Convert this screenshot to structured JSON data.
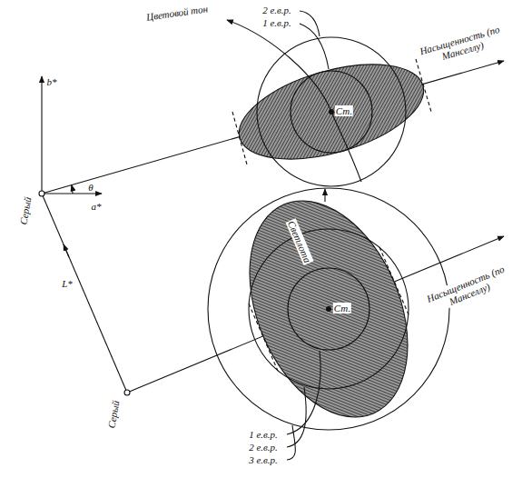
{
  "diagram": {
    "labels": [
      "Цветовой тон",
      "2 е.в.р.",
      "1 е.в.р.",
      "Насыщенность (по Манселлу)",
      "Ст.",
      "b*",
      "Серый",
      "θ",
      "a*",
      "L*",
      "Светлота",
      "Насыщенность (по Манселлу)",
      "Ст.",
      "Серый",
      "1 е.в.р.",
      "2 е.в.р.",
      "3 е.в.р."
    ]
  }
}
